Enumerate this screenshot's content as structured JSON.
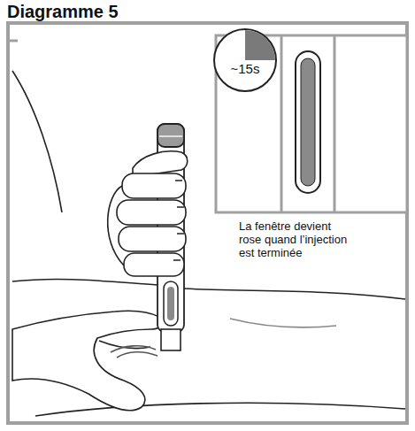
{
  "diagram": {
    "title": "Diagramme 5",
    "nodes": [
      {
        "text": [
          "~15s"
        ]
      }
    ],
    "labels": [
      "La fenêtre devient rose quand l’injection est terminée"
    ]
  }
}
